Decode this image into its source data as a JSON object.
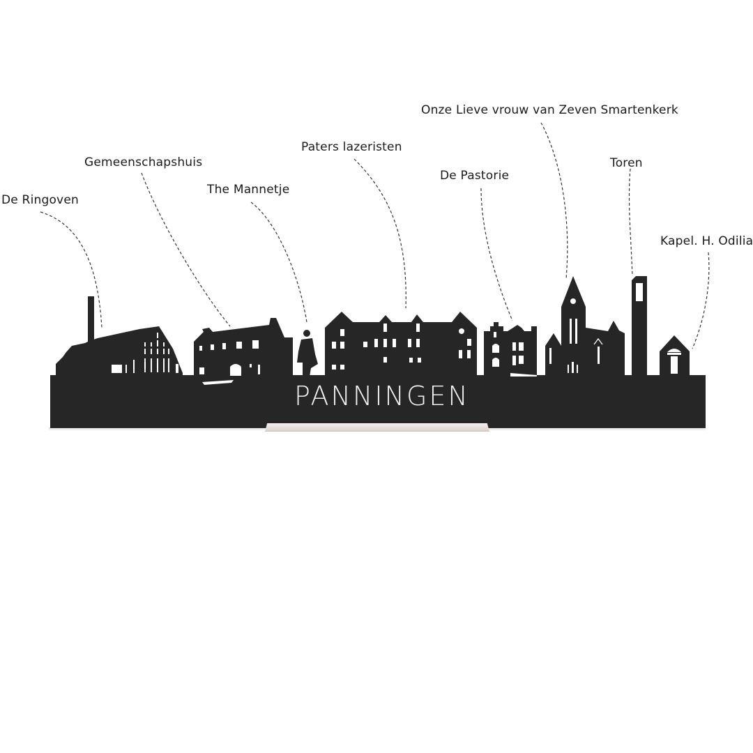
{
  "product": {
    "city_name": "PANNINGEN",
    "silhouette_color": "#262626",
    "text_color": "#f2f2f2",
    "stand_color": "#efe6e4"
  },
  "landmarks": [
    {
      "label": "De Ringoven"
    },
    {
      "label": "Gemeenschapshuis"
    },
    {
      "label": "The Mannetje"
    },
    {
      "label": "Paters lazeristen"
    },
    {
      "label": "De Pastorie"
    },
    {
      "label": "Onze Lieve vrouw van Zeven Smartenkerk"
    },
    {
      "label": "Toren"
    },
    {
      "label": "Kapel. H. Odilia"
    }
  ]
}
